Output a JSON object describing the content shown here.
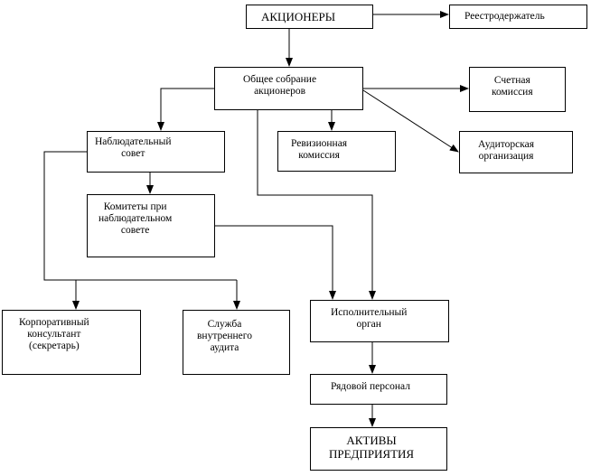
{
  "diagram": {
    "nodes": {
      "shareholders": "АКЦИОНЕРЫ",
      "registrar": "Реестродержатель",
      "general_meeting": "Общее собрание\nакционеров",
      "counting_commission": "Счетная\nкомиссия",
      "supervisory_board": "Наблюдательный\nсовет",
      "audit_commission": "Ревизионная\nкомиссия",
      "audit_organization": "Аудиторская\nорганизация",
      "board_committees": "Комитеты при\nнаблюдательном\nсовете",
      "corporate_consultant": "Корпоративный\nконсультант\n(секретарь)",
      "internal_audit": "Служба\nвнутреннего\nаудита",
      "executive_body": "Исполнительный\nорган",
      "rank_and_file_staff": "Рядовой персонал",
      "enterprise_assets": "АКТИВЫ\nПРЕДПРИЯТИЯ"
    }
  }
}
